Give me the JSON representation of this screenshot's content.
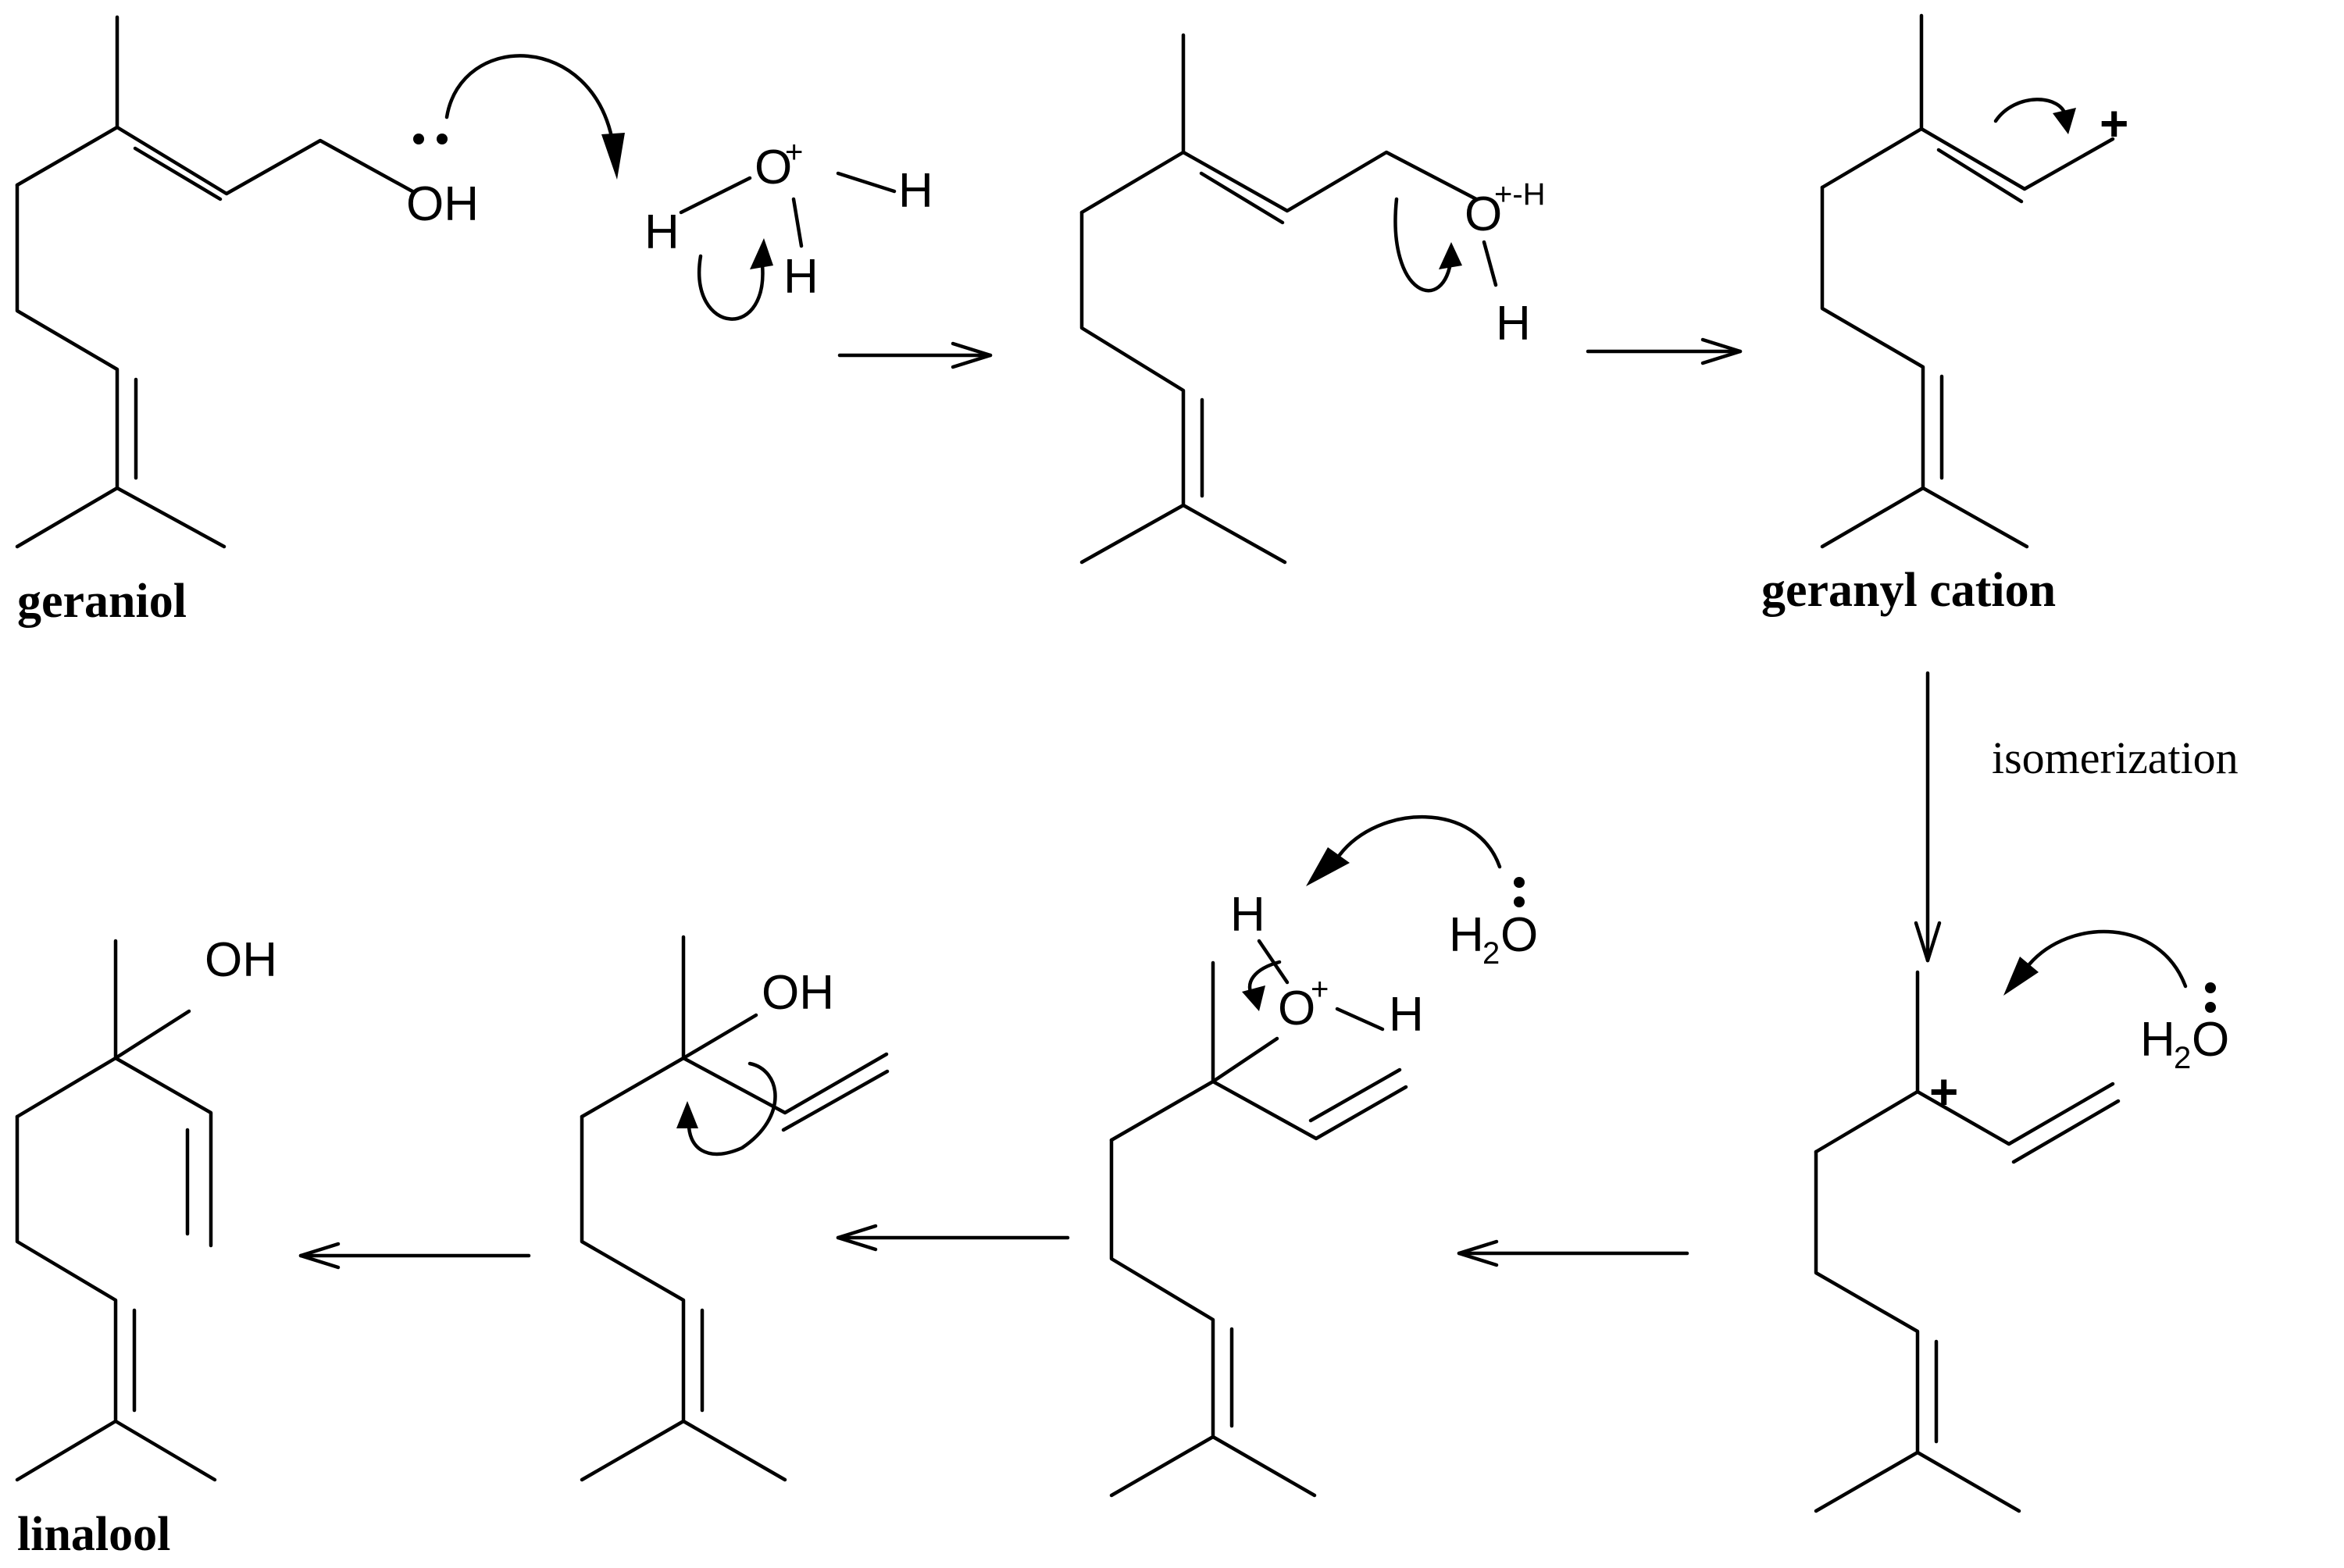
{
  "labels": {
    "geraniol": "geraniol",
    "geranyl_cation": "geranyl cation",
    "linalool": "linalool",
    "isomerization": "isomerization"
  },
  "atoms": {
    "OH": "OH",
    "O": "O",
    "H": "H",
    "H2O_H": "H",
    "H2O_sub": "2",
    "H2O_O": "O",
    "plus": "+",
    "charge_plus_dash_H": "+-H"
  }
}
